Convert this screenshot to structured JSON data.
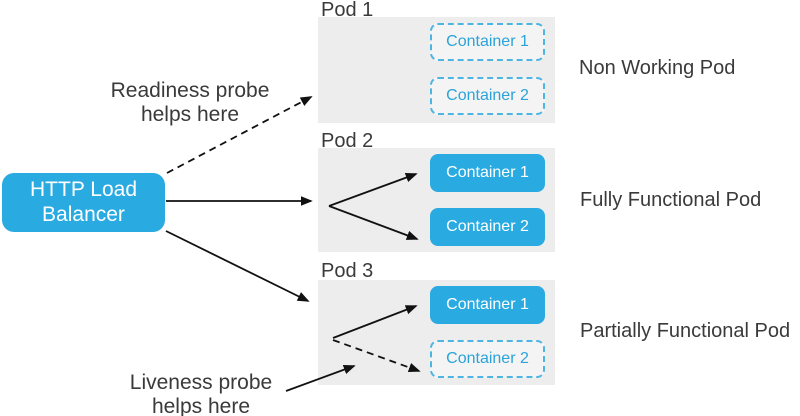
{
  "colors": {
    "accent_blue": "#29abe2",
    "dashed_container_border": "#4db5e2",
    "dashed_container_text": "#2ba3d8",
    "pod_background": "#ededed",
    "text_dark": "#3a3a3a",
    "arrow": "#111111"
  },
  "load_balancer": {
    "line1": "HTTP Load",
    "line2": "Balancer"
  },
  "annotations": {
    "readiness": {
      "line1": "Readiness probe",
      "line2": "helps here"
    },
    "liveness": {
      "line1": "Liveness probe",
      "line2": "helps here"
    }
  },
  "pods": [
    {
      "name": "Pod 1",
      "status_label": "Non Working Pod",
      "containers": [
        {
          "label": "Container 1",
          "state": "dashed"
        },
        {
          "label": "Container 2",
          "state": "dashed"
        }
      ]
    },
    {
      "name": "Pod 2",
      "status_label": "Fully Functional Pod",
      "containers": [
        {
          "label": "Container 1",
          "state": "solid"
        },
        {
          "label": "Container 2",
          "state": "solid"
        }
      ]
    },
    {
      "name": "Pod 3",
      "status_label": "Partially Functional Pod",
      "containers": [
        {
          "label": "Container 1",
          "state": "solid"
        },
        {
          "label": "Container 2",
          "state": "dashed"
        }
      ]
    }
  ],
  "arrows": [
    {
      "from": "http-load-balancer",
      "to": "pod-1",
      "style": "dashed"
    },
    {
      "from": "http-load-balancer",
      "to": "pod-2",
      "style": "solid"
    },
    {
      "from": "http-load-balancer",
      "to": "pod-3",
      "style": "solid"
    },
    {
      "from": "pod-2-branch",
      "to": "pod-2-container-1",
      "style": "solid"
    },
    {
      "from": "pod-2-branch",
      "to": "pod-2-container-2",
      "style": "solid"
    },
    {
      "from": "pod-3-branch",
      "to": "pod-3-container-1",
      "style": "solid"
    },
    {
      "from": "pod-3-branch",
      "to": "pod-3-container-2",
      "style": "dashed"
    },
    {
      "from": "liveness-probe-label",
      "to": "pod-3",
      "style": "solid"
    }
  ]
}
